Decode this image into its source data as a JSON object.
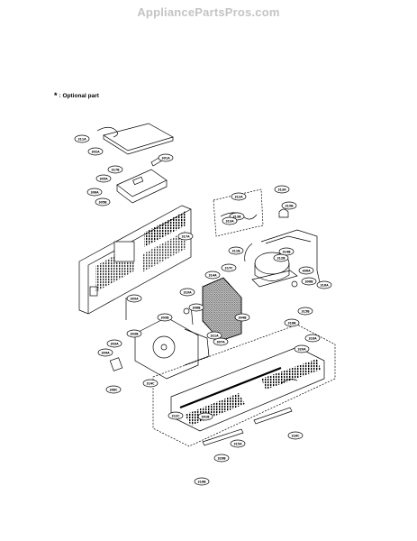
{
  "watermark": "AppliancePartsPros.com",
  "note": {
    "mark": "*",
    "text": ": Optional part"
  },
  "callouts": [
    {
      "id": "c1",
      "text": "311A"
    },
    {
      "id": "c2",
      "text": "302A"
    },
    {
      "id": "c3",
      "text": "301A"
    },
    {
      "id": "c4",
      "text": "317B"
    },
    {
      "id": "c5",
      "text": "305A"
    },
    {
      "id": "c6",
      "text": "308A"
    },
    {
      "id": "c7",
      "text": "305B"
    },
    {
      "id": "c8",
      "text": "312A"
    },
    {
      "id": "c9",
      "text": "313A"
    },
    {
      "id": "c10",
      "text": "313B"
    },
    {
      "id": "c11",
      "text": "319A"
    },
    {
      "id": "c12",
      "text": "319B"
    },
    {
      "id": "c13",
      "text": "311B"
    },
    {
      "id": "c14",
      "text": "314A"
    },
    {
      "id": "c15",
      "text": "317C"
    },
    {
      "id": "c16",
      "text": "317A"
    },
    {
      "id": "c17",
      "text": "312B"
    },
    {
      "id": "c18",
      "text": "314B"
    },
    {
      "id": "c19",
      "text": "316A"
    },
    {
      "id": "c20",
      "text": "306A"
    },
    {
      "id": "c21",
      "text": "306B"
    },
    {
      "id": "c22",
      "text": "315B"
    },
    {
      "id": "c23",
      "text": "310A"
    },
    {
      "id": "c24",
      "text": "309A"
    },
    {
      "id": "c25",
      "text": "308B"
    },
    {
      "id": "c26",
      "text": "307A"
    },
    {
      "id": "c27",
      "text": "309B"
    },
    {
      "id": "c28",
      "text": "303A"
    },
    {
      "id": "c29",
      "text": "304A"
    },
    {
      "id": "c30",
      "text": "303B"
    },
    {
      "id": "c31",
      "text": "308C"
    },
    {
      "id": "c32",
      "text": "314C"
    },
    {
      "id": "c33",
      "text": "304B"
    },
    {
      "id": "c34",
      "text": "318A"
    },
    {
      "id": "c35",
      "text": "318B"
    },
    {
      "id": "c36",
      "text": "320A"
    },
    {
      "id": "c37",
      "text": "321A"
    },
    {
      "id": "c38",
      "text": "301B"
    },
    {
      "id": "c39",
      "text": "320B"
    },
    {
      "id": "c40",
      "text": "316B"
    },
    {
      "id": "c41",
      "text": "315A"
    },
    {
      "id": "c42",
      "text": "316C"
    },
    {
      "id": "c43",
      "text": "312C"
    }
  ]
}
